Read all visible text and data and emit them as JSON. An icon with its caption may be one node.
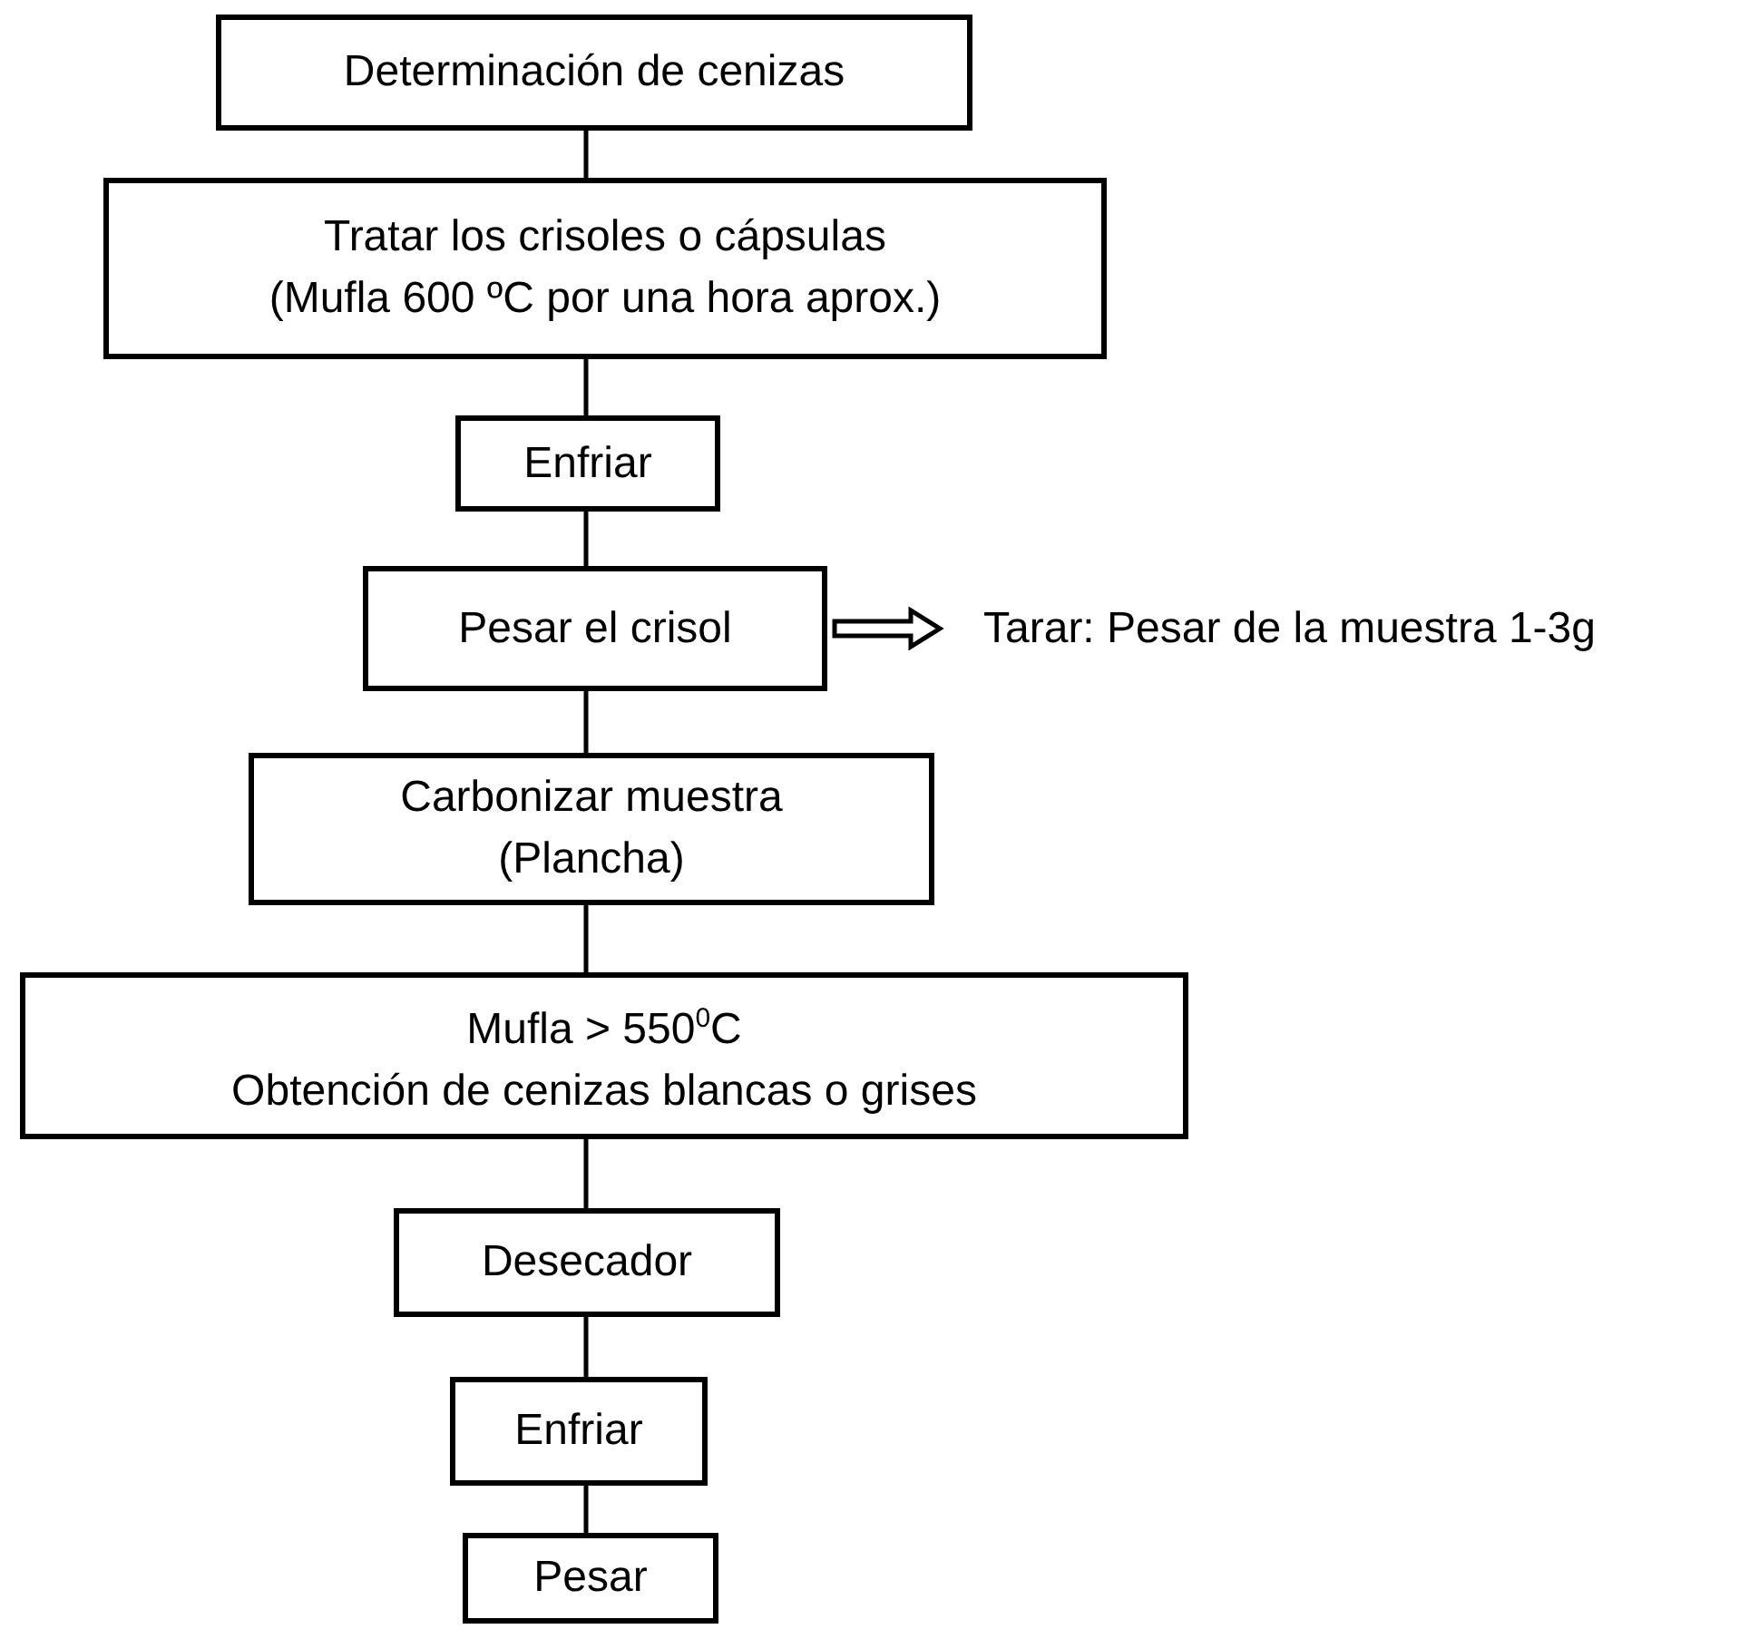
{
  "diagram": {
    "nodes": [
      {
        "text": [
          "Determinación de cenizas"
        ]
      },
      {
        "text": [
          "Tratar los crisoles o cápsulas",
          "(Mufla 600 ºC por una hora aprox.)"
        ]
      },
      {
        "text": [
          "Enfriar"
        ]
      },
      {
        "text": [
          "Pesar el crisol"
        ]
      },
      {
        "text": [
          "Tarar: Pesar de la muestra 1-3g"
        ]
      },
      {
        "text": [
          "Carbonizar muestra",
          "(Plancha)"
        ]
      },
      {
        "text": [
          "Mufla > 550$^{0}$C",
          "Obtención de cenizas blancas o grises"
        ]
      },
      {
        "text": [
          "Desecador"
        ]
      },
      {
        "text": [
          "Enfriar"
        ]
      },
      {
        "text": [
          "Pesar"
        ]
      }
    ],
    "edges": [
      {
        "from": 0,
        "to": 1,
        "arrow": "none"
      },
      {
        "from": 1,
        "to": 2,
        "arrow": "none"
      },
      {
        "from": 2,
        "to": 3,
        "arrow": "none"
      },
      {
        "from": 3,
        "to": 4,
        "arrow": "to"
      },
      {
        "from": 3,
        "to": 5,
        "arrow": "none"
      },
      {
        "from": 5,
        "to": 6,
        "arrow": "none"
      },
      {
        "from": 6,
        "to": 7,
        "arrow": "none"
      },
      {
        "from": 7,
        "to": 8,
        "arrow": "none"
      },
      {
        "from": 8,
        "to": 9,
        "arrow": "none"
      }
    ]
  }
}
